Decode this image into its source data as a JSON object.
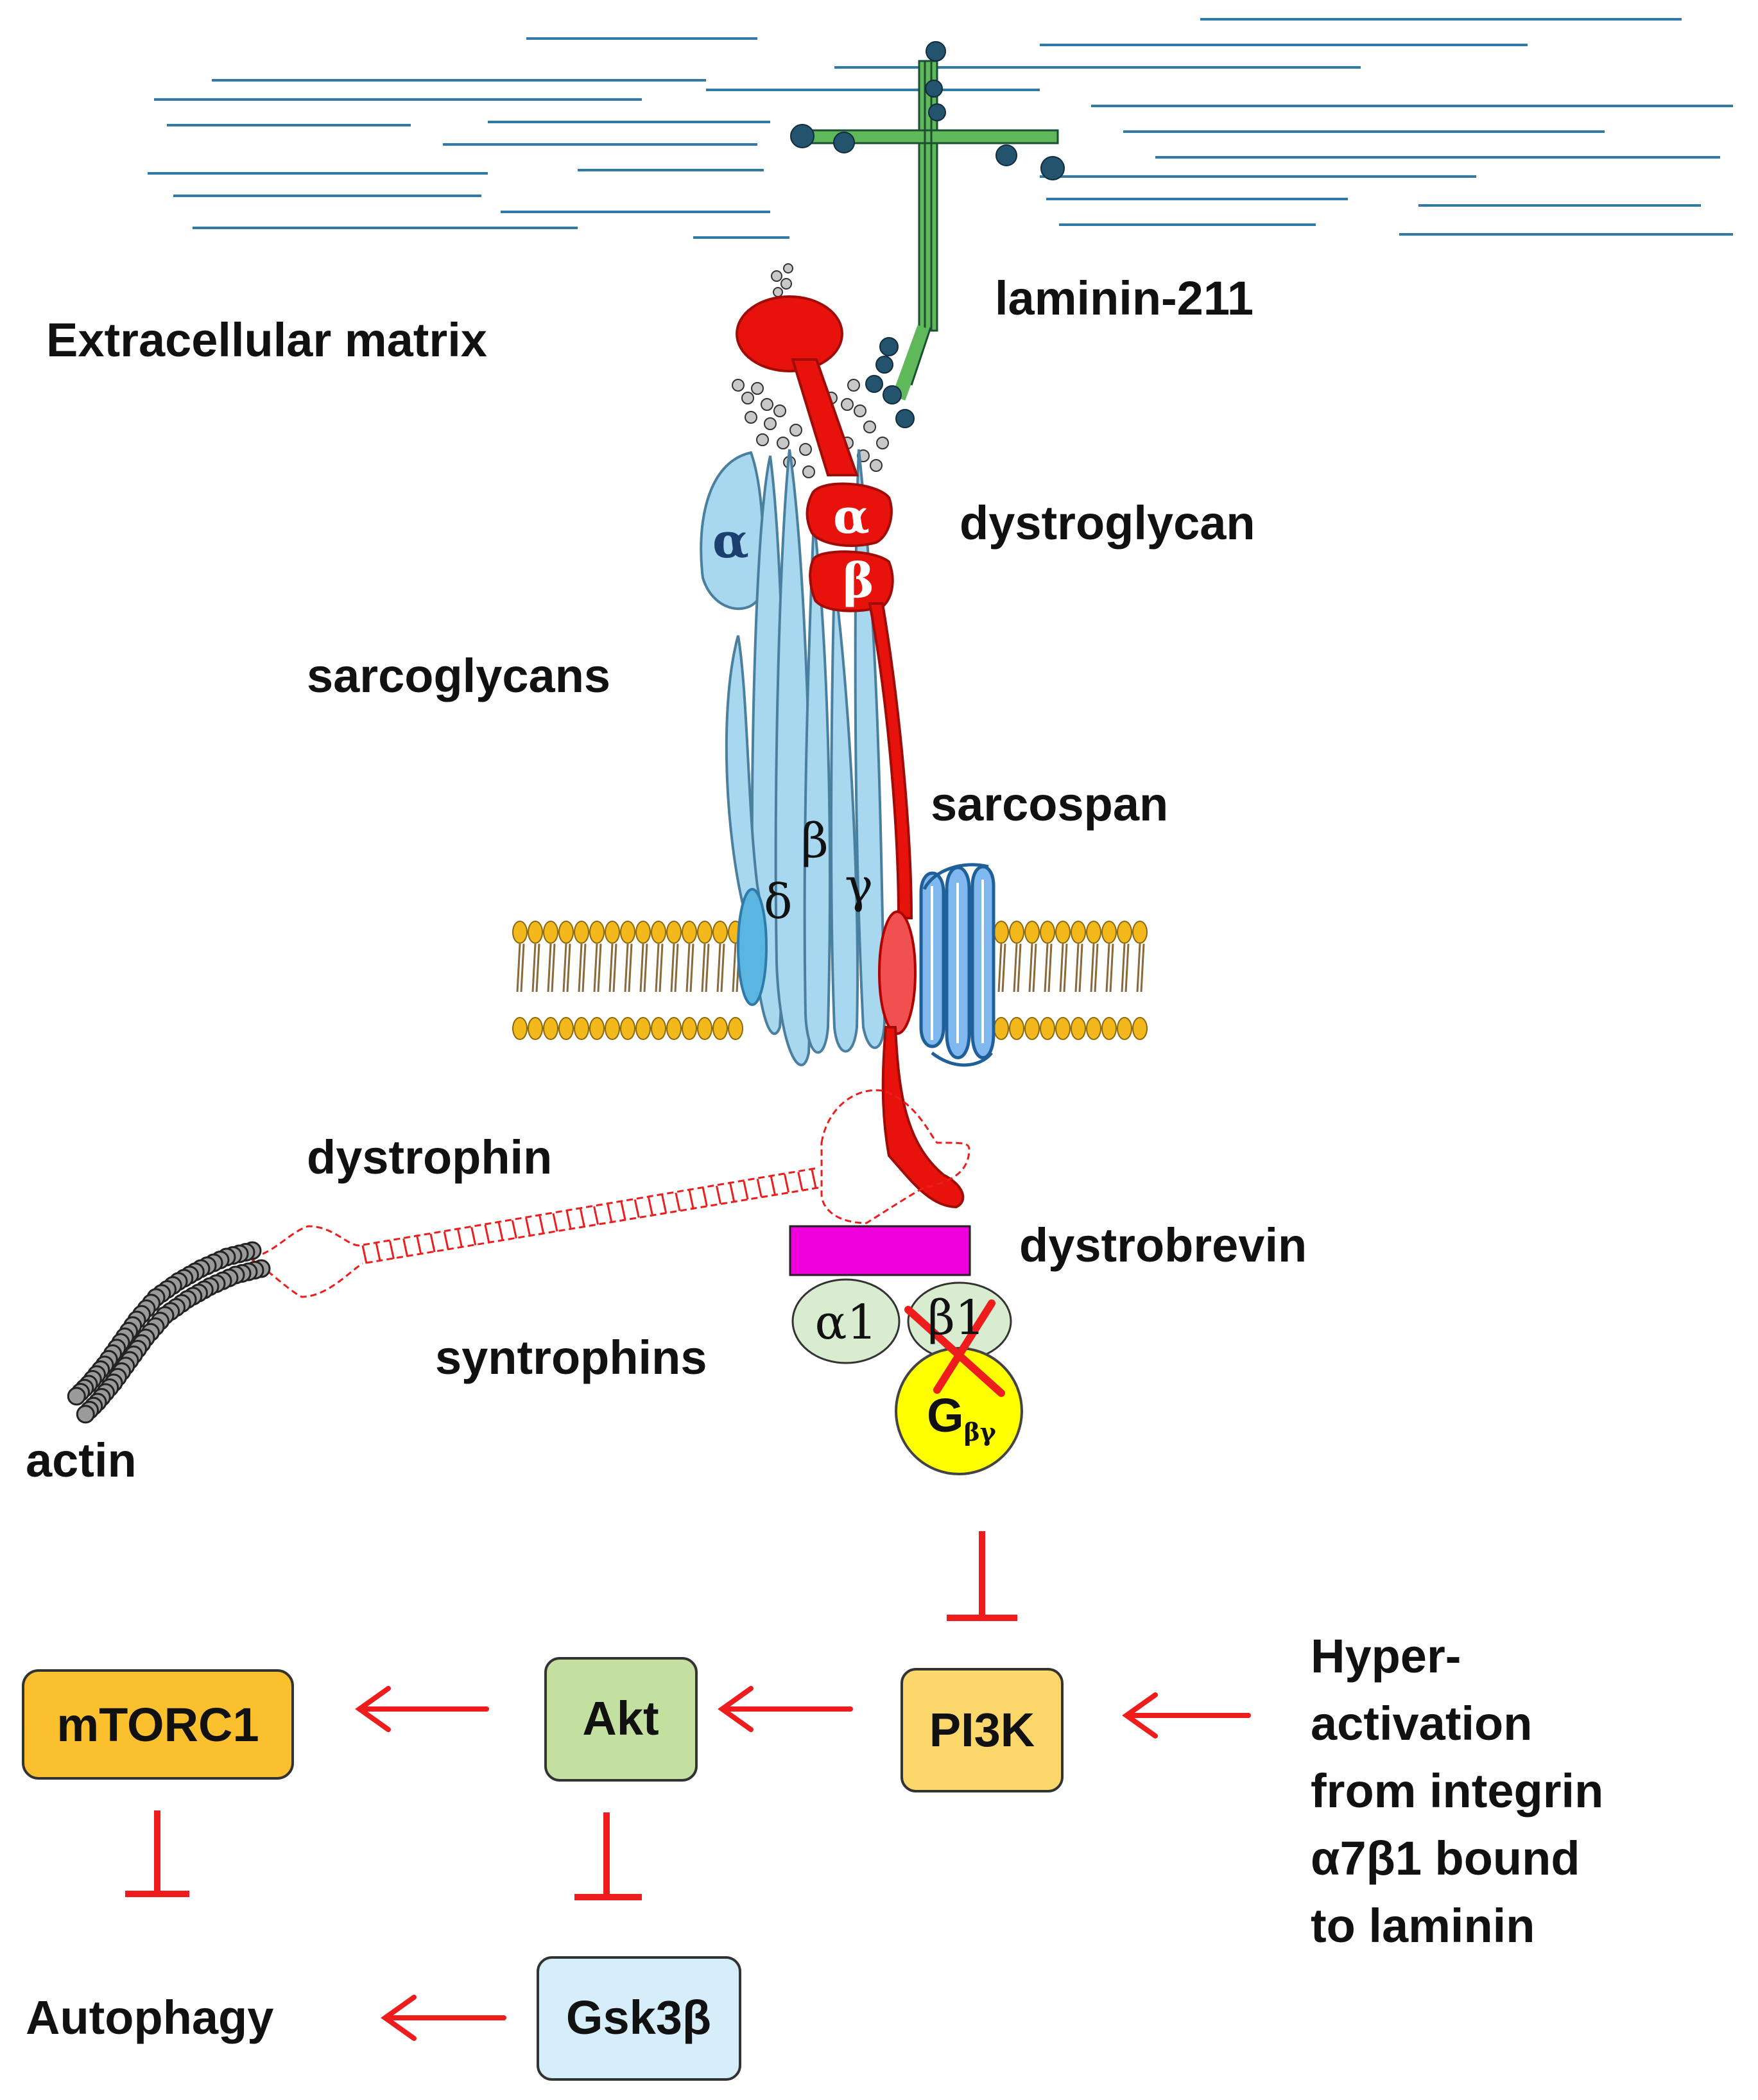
{
  "labels": {
    "extracellular_matrix": "Extracellular matrix",
    "laminin": "laminin-211",
    "dystroglycan": "dystroglycan",
    "sarcoglycans": "sarcoglycans",
    "sarcospan": "sarcospan",
    "dystrophin": "dystrophin",
    "dystrobrevin": "dystrobrevin",
    "syntrophins": "syntrophins",
    "actin": "actin"
  },
  "subunits": {
    "dg_alpha": "α",
    "dg_beta": "β",
    "sg_alpha": "α",
    "sg_beta": "β",
    "sg_gamma": "γ",
    "sg_delta": "δ",
    "syn_alpha1": "α1",
    "syn_beta1": "β1",
    "g_main": "G",
    "g_sub": "βγ"
  },
  "pathway": {
    "pi3k": "PI3K",
    "akt": "Akt",
    "mtorc1": "mTORC1",
    "gsk3b": "Gsk3β",
    "autophagy": "Autophagy",
    "hyper_lines": [
      "Hyper-",
      "activation",
      "from integrin",
      "α7β1 bound",
      "to laminin"
    ]
  },
  "colors": {
    "inhibit_red": "#ee1c1c",
    "dystroglycan_red": "#e8120c",
    "sarcoglycan_blue": "#a8d8f0",
    "matrix_line": "#2f7aa6",
    "dystrobrevin_magenta": "#ee00dd",
    "g_protein_yellow": "#ffff00",
    "syntrophin_green": "#d8ecd0",
    "mtorc1_fill": "#fbc02d",
    "pi3k_fill": "#fcd86c",
    "akt_fill": "#c3e0a0",
    "gsk3b_fill": "#d6eefa"
  }
}
